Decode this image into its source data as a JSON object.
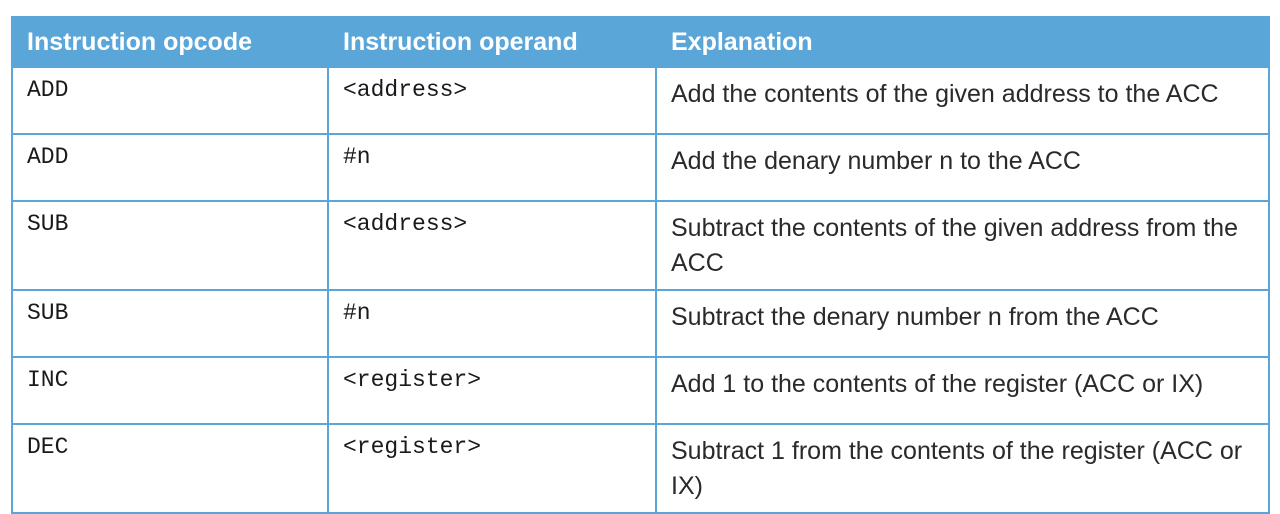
{
  "table": {
    "headers": [
      "Instruction opcode",
      "Instruction operand",
      "Explanation"
    ],
    "rows": [
      {
        "opcode": "ADD",
        "operand": "<address>",
        "explanation": "Add the contents of the given address to the ACC"
      },
      {
        "opcode": "ADD",
        "operand": "#n",
        "explanation": "Add the denary number n to the ACC"
      },
      {
        "opcode": "SUB",
        "operand": "<address>",
        "explanation": "Subtract the contents of the given address from the ACC"
      },
      {
        "opcode": "SUB",
        "operand": "#n",
        "explanation": "Subtract the denary number n from the ACC"
      },
      {
        "opcode": "INC",
        "operand": "<register>",
        "explanation": "Add 1 to the contents of the register (ACC or IX)"
      },
      {
        "opcode": "DEC",
        "operand": "<register>",
        "explanation": "Subtract 1 from the contents of the register (ACC or IX)"
      }
    ]
  },
  "colors": {
    "header_background": "#5aa6d8",
    "header_text": "#ffffff",
    "border": "#5aa6d8"
  }
}
